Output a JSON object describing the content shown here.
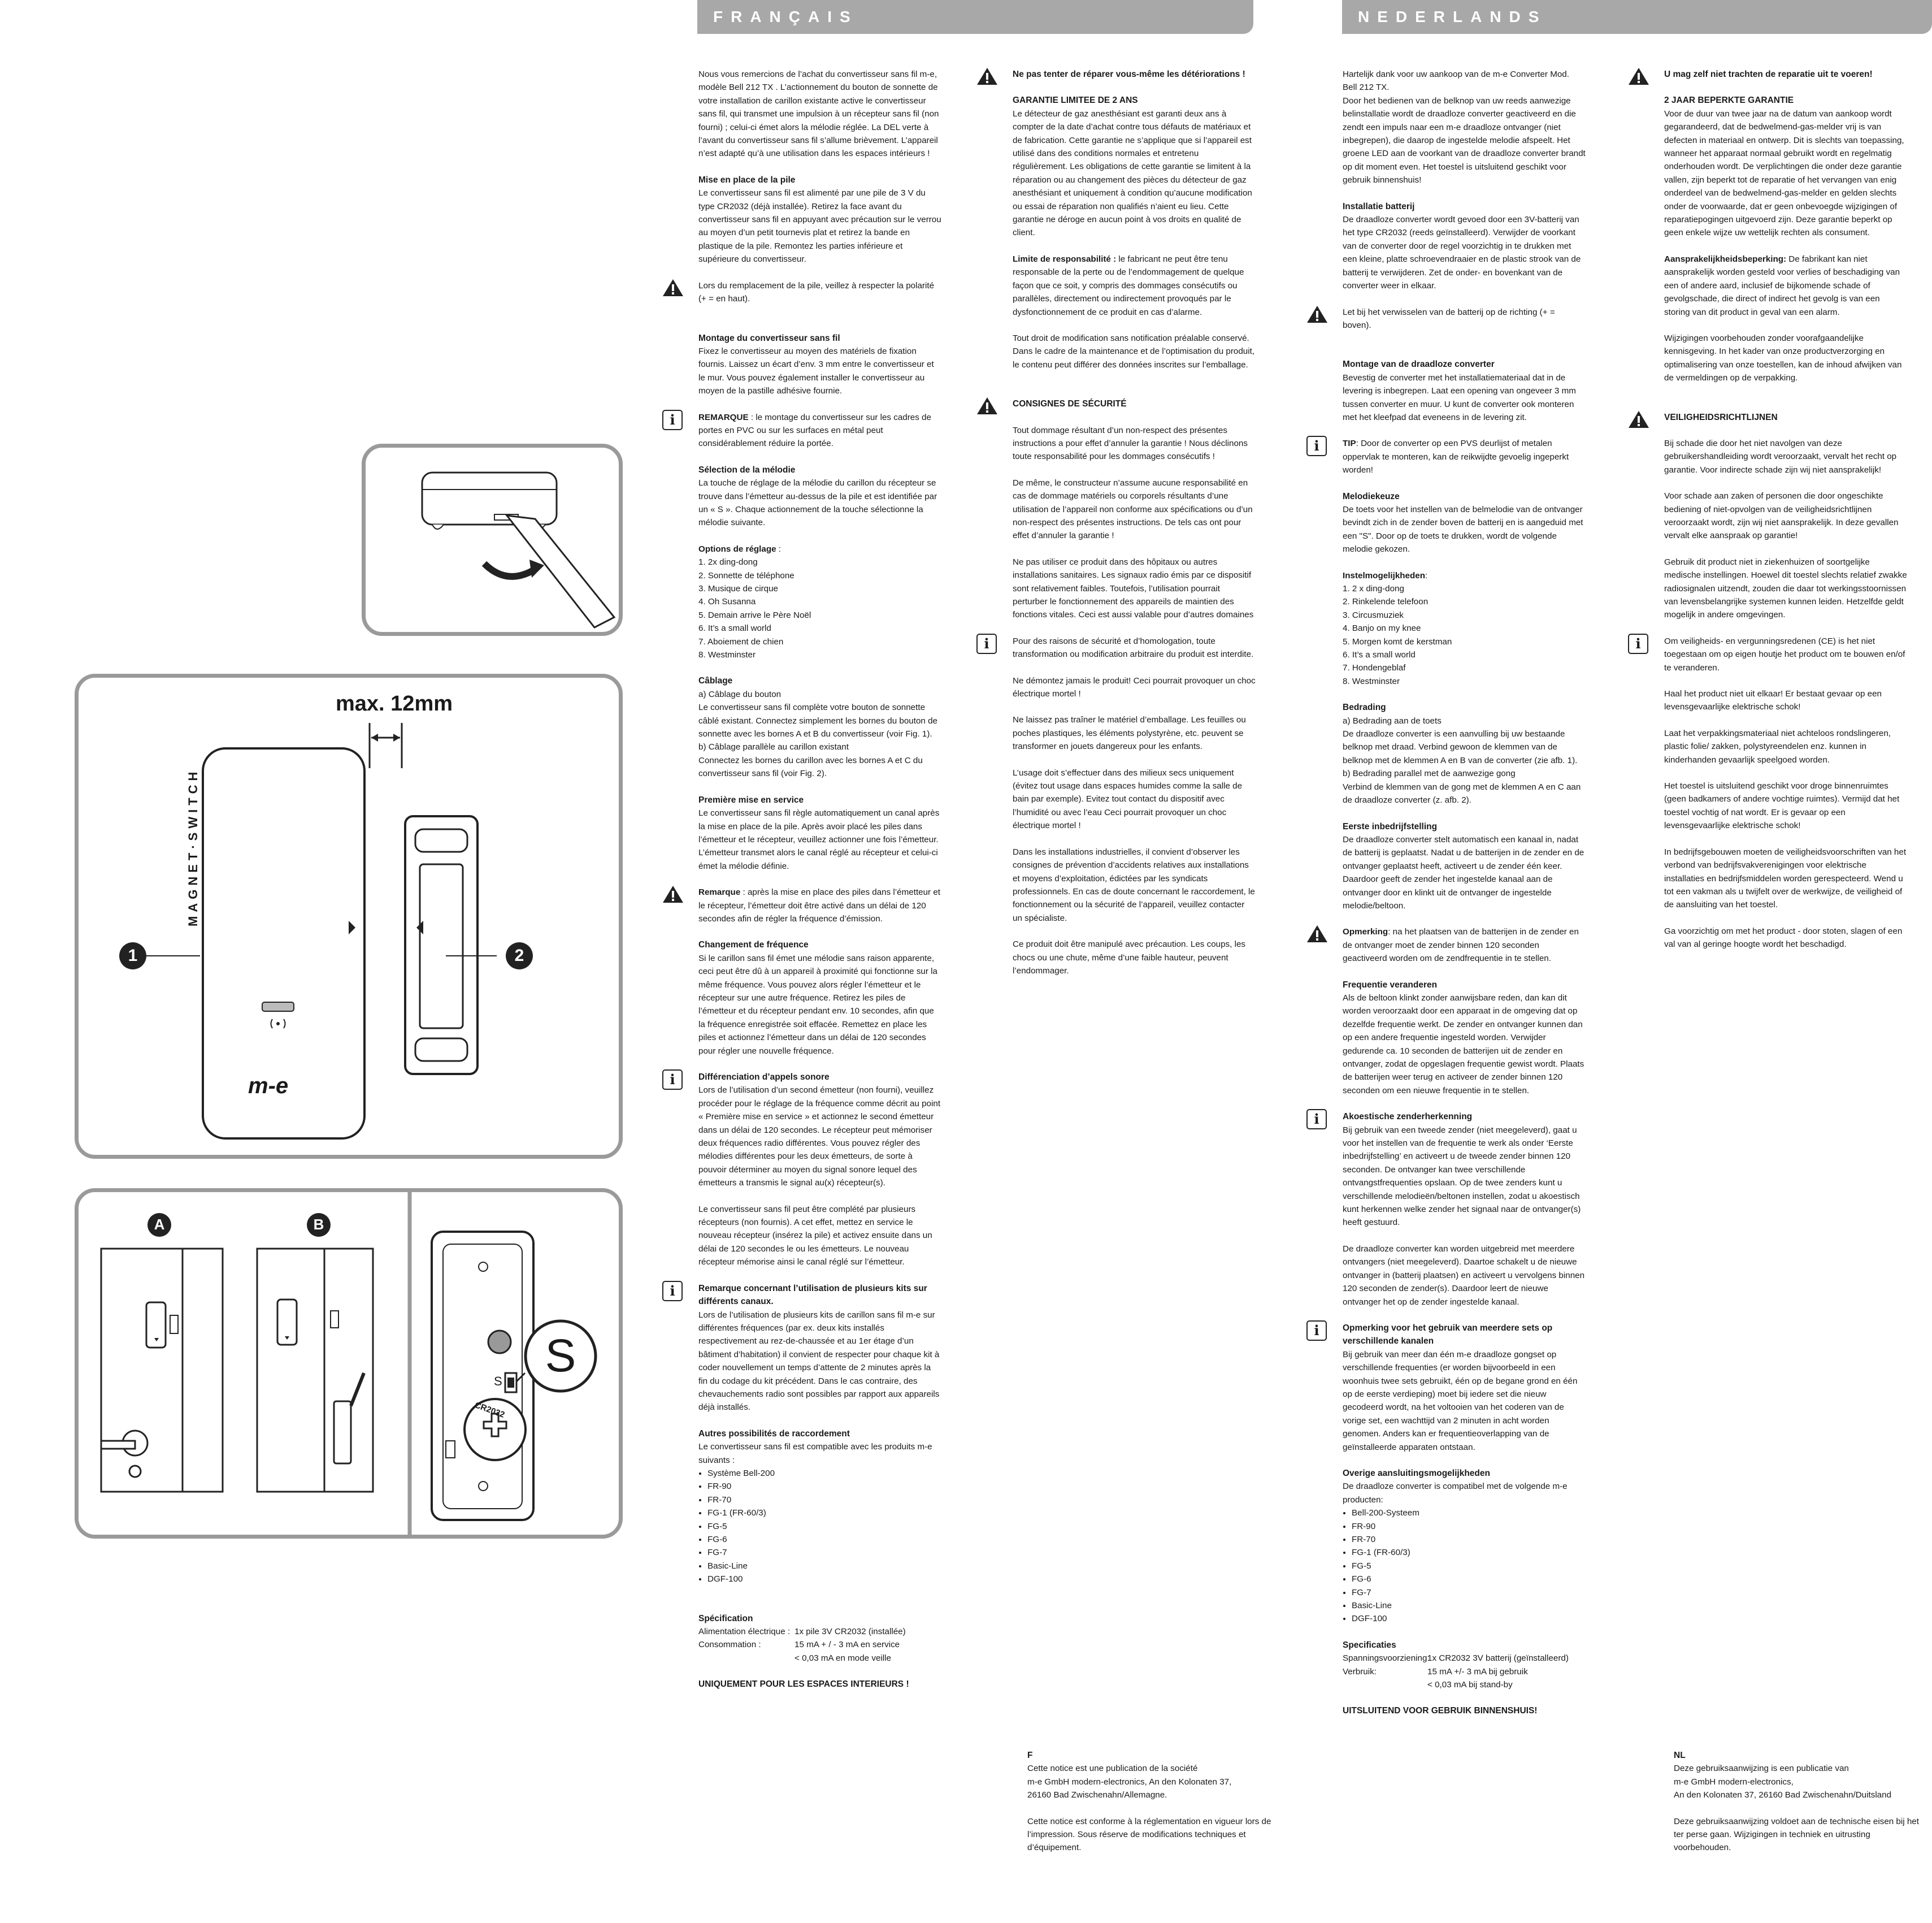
{
  "headers": {
    "fr": "FRANÇAIS",
    "nl": "NEDERLANDS"
  },
  "figures": {
    "fig1_dim": "max. 12mm",
    "switch_label": "MAGNET·SWITCH",
    "logo": "m-e",
    "callout_1": "1",
    "callout_2": "2",
    "label_A": "A",
    "label_B": "B",
    "label_S_big": "S",
    "label_S_small": "S",
    "battery": "CR2032"
  },
  "fr": {
    "intro": "Nous vous remercions de l’achat du convertisseur sans fil m-e, modèle Bell 212 TX . L’actionnement du bouton de sonnette de votre installation de carillon existante active le convertisseur sans fil, qui transmet une impulsion à un récepteur sans fil (non fourni) ; celui-ci émet alors la mélodie réglée. La DEL verte à l’avant du convertisseur sans fil s’allume brièvement. L’appareil n’est adapté qu’à une utilisation dans les espaces intérieurs !",
    "pile_h": "Mise en place de la pile",
    "pile_t": "Le convertisseur sans fil est alimenté par une pile de 3 V du type CR2032 (déjà installée). Retirez la face avant du convertisseur sans fil en appuyant avec précaution sur le verrou au moyen d’un petit tournevis plat et retirez la bande en plastique de la pile. Remontez les parties inférieure et supérieure du convertisseur.",
    "pile_warn": "Lors du remplacement de la pile, veillez à respecter la polarité (+ = en haut).",
    "mont_h": "Montage du convertisseur sans fil",
    "mont_t": "Fixez le convertisseur au moyen des matériels de fixation fournis. Laissez un écart d’env. 3 mm entre le convertisseur et le mur. Vous pouvez également installer le convertisseur au moyen de la pastille adhésive fournie.",
    "rem_b": "REMARQUE",
    "rem_t": " : le montage du convertisseur sur les cadres de portes en PVC ou sur les surfaces en métal peut considérablement réduire la portée.",
    "sel_h": "Sélection de la mélodie",
    "sel_t": "La touche de réglage de la mélodie du carillon du récepteur se trouve dans l’émetteur au-dessus de la pile et est identifiée par un « S ». Chaque actionnement de la touche sélectionne la mélodie suivante.",
    "opt_h": "Options de réglage",
    "opt_colon": " :",
    "opts": [
      "1. 2x ding-dong",
      "2. Sonnette de téléphone",
      "3. Musique de cirque",
      "4. Oh Susanna",
      "5. Demain arrive le Père Noël",
      "6. It’s a small world",
      "7. Aboiement de chien",
      "8. Westminster"
    ],
    "cab_h": "Câblage",
    "cab_t": "a) Câblage du bouton\nLe convertisseur sans fil complète votre bouton de sonnette câblé existant. Connectez simplement les bornes du bouton de sonnette avec les bornes A et B du convertisseur (voir Fig. 1).\nb) Câblage parallèle au carillon existant\nConnectez les bornes du carillon avec les bornes A et C du convertisseur sans fil (voir Fig. 2).",
    "prem_h": "Première mise en service",
    "prem_t": "Le convertisseur sans fil règle automatiquement un canal après la mise en place de la pile. Après avoir placé les piles dans l’émetteur et le récepteur, veuillez actionner une fois l’émetteur. L’émetteur transmet alors le canal réglé au récepteur et celui-ci émet la mélodie définie.",
    "rq_b": "Remarque",
    "rq_t": " : après la mise en place des piles dans l’émetteur et le récepteur, l’émetteur doit être activé dans un délai de 120 secondes afin de régler la fréquence d’émission.",
    "chg_h": "Changement de fréquence",
    "chg_t": "Si le carillon sans fil émet une mélodie sans raison apparente, ceci peut être dû à un appareil à proximité qui fonctionne sur la même fréquence. Vous pouvez alors régler l’émetteur et le récepteur sur une autre fréquence. Retirez les piles de l’émetteur et du récepteur pendant env. 10 secondes, afin que la fréquence enregistrée soit effacée. Remettez en place les piles et actionnez l’émetteur dans un délai de 120 secondes pour régler une nouvelle fréquence.",
    "diff_h": "Différenciation d’appels sonore",
    "diff_t": "Lors de l’utilisation d’un second émetteur (non fourni), veuillez procéder pour le réglage de la fréquence comme décrit au point « Première mise en service » et actionnez le second émetteur dans un délai de 120 secondes. Le récepteur peut mémoriser deux fréquences radio différentes. Vous pouvez régler des mélodies différentes pour les deux émetteurs, de sorte à pouvoir déterminer au moyen du signal sonore lequel des émetteurs a transmis le signal au(x) récepteur(s).",
    "diff_t2": "Le convertisseur sans fil peut être complété par plusieurs récepteurs (non fournis). A cet effet, mettez en service le nouveau récepteur (insérez la pile) et activez ensuite dans un délai de 120 secondes le ou les émetteurs. Le nouveau récepteur mémorise ainsi le canal réglé sur l’émetteur.",
    "kits_h": "Remarque concernant l’utilisation de plusieurs kits sur différents canaux.",
    "kits_t": "Lors de l’utilisation de plusieurs kits de carillon sans fil m-e sur différentes fréquences (par ex. deux kits installés respectivement au rez-de-chaussée et au 1er étage d’un bâtiment d’habitation) il convient de respecter pour chaque kit à coder nouvellement un temps d’attente de 2 minutes après la fin du codage du kit précédent. Dans le cas contraire, des chevauchements radio sont possibles par rapport aux appareils déjà installés.",
    "aut_h": "Autres possibilités de raccordement",
    "aut_t": "Le convertisseur sans fil est compatible avec les produits m-e suivants :",
    "aut_list": [
      "Système Bell-200",
      "FR-90",
      "FR-70",
      "FG-1 (FR-60/3)",
      "FG-5",
      "FG-6",
      "FG-7",
      "Basic-Line",
      "DGF-100"
    ],
    "spec_h": "Spécification",
    "spec_l1": "Alimentation électrique :",
    "spec_v1": "1x pile 3V CR2032 (installée)",
    "spec_l2": "Consommation :",
    "spec_v2": "15 mA + / - 3 mA en service",
    "spec_v3": "< 0,03 mA en mode veille",
    "only": "UNIQUEMENT POUR LES ESPACES INTERIEURS !",
    "nepas": "Ne pas tenter de réparer vous-même les détériorations !",
    "gar_h": "GARANTIE LIMITEE DE 2 ANS",
    "gar_t": "Le détecteur de gaz anesthésiant est garanti deux ans à compter de la date d’achat contre tous défauts de matériaux et de fabrication. Cette garantie ne s’applique que si l’appareil est utilisé dans des conditions normales et entretenu régulièrement. Les obligations de cette garantie se limitent à la réparation ou au changement des pièces du détecteur de gaz anesthésiant et uniquement à condition qu’aucune modification ou essai de réparation non qualifiés n’aient eu lieu. Cette garantie ne déroge en aucun point à vos droits en qualité de client.",
    "lim_b": "Limite de responsabilité :",
    "lim_t": " le fabricant ne peut être tenu responsable de la perte ou de l’endommagement de quelque façon que ce soit, y compris des dommages consécutifs ou parallèles, directement ou indirectement provoqués par le dysfonctionnement de ce produit en cas d’alarme.",
    "mod_t": "Tout droit de modification sans notification préalable conservé. Dans le cadre de la maintenance et de l’optimisation du produit, le contenu peut différer des données inscrites sur l’emballage.",
    "sec_h": "CONSIGNES DE SÉCURITÉ",
    "sec1": "Tout dommage résultant d’un non-respect des présentes instructions a pour effet d’annuler la garantie ! Nous déclinons toute responsabilité pour les dommages consécutifs !",
    "sec2": "De même, le constructeur n’assume aucune responsabilité en cas de dommage matériels ou corporels résultants d’une utilisation de l’appareil non conforme aux spécifications ou d’un non-respect des présentes instructions. De tels cas ont pour effet d’annuler la garantie !",
    "sec3": "Ne pas utiliser ce produit dans des hôpitaux ou autres installations sanitaires. Les signaux radio émis par ce dispositif sont relativement faibles. Toutefois, l’utilisation pourrait perturber le fonctionnement des appareils de maintien des fonctions vitales. Ceci est aussi valable pour d’autres domaines",
    "sec4": "Pour des raisons de sécurité et d’homologation, toute transformation ou modification arbitraire du produit est interdite.",
    "sec5": "Ne démontez jamais le produit! Ceci pourrait provoquer un choc électrique mortel !",
    "sec6": "Ne laissez pas traîner le matériel d’emballage.  Les feuilles ou poches plastiques, les éléments polystyrène, etc. peuvent se transformer en jouets dangereux pour les enfants.",
    "sec7": "L’usage doit s’effectuer dans des milieux secs uniquement (évitez tout usage dans espaces humides comme la salle de bain par exemple). Evitez tout contact du dispositif avec l’humidité ou avec l’eau Ceci pourrait provoquer un choc électrique mortel !",
    "sec8": "Dans les installations industrielles, il convient d’observer les consignes de prévention d’accidents relatives aux installations et moyens d’exploitation, édictées par les syndicats professionnels. En cas de doute concernant le raccordement, le fonctionnement ou la sécurité de l’appareil, veuillez contacter un spécialiste.",
    "sec9": "Ce produit doit être manipulé avec précaution. Les coups, les chocs ou une chute, même d’une faible hauteur, peuvent l’endommager.",
    "foot_h": "F",
    "foot_t": "Cette notice est une publication de la société\nm-e GmbH modern-electronics, An den Kolonaten 37,\n26160 Bad Zwischenahn/Allemagne.",
    "foot_t2": "Cette notice est conforme à la réglementation en vigueur lors de l’impression. Sous réserve de modifications techniques et d’équipement."
  },
  "nl": {
    "intro": "Hartelijk dank voor uw aankoop van de m-e Converter Mod. Bell 212 TX.\nDoor het bedienen van de belknop van uw reeds aanwezige belinstallatie wordt de draadloze converter geactiveerd en die zendt een impuls naar een m-e draadloze ontvanger (niet inbegrepen), die daarop de ingestelde melodie afspeelt. Het groene LED aan de voorkant van de draadloze converter brandt op dit moment even. Het toestel is uitsluitend geschikt voor gebruik binnenshuis!",
    "bat_h": "Installatie batterij",
    "bat_t": "De draadloze converter wordt gevoed door een 3V-batterij van het type CR2032 (reeds geïnstalleerd). Verwijder de voorkant van de converter  door de regel voorzichtig in te drukken met een kleine, platte schroevendraaier en de plastic strook van de batterij te verwijderen. Zet de onder- en bovenkant van de converter weer in elkaar.",
    "bat_warn": "Let bij het verwisselen van de batterij op de richting (+ = boven).",
    "mont_h": "Montage van de draadloze converter",
    "mont_t": "Bevestig de converter met het installatiemateriaal dat in de levering is inbegrepen. Laat een opening van ongeveer 3 mm tussen converter en muur. U kunt de converter ook monteren met het kleefpad dat eveneens in de levering zit.",
    "tip_b": "TIP",
    "tip_t": ": Door de converter op een PVS deurlijst of metalen oppervlak te monteren, kan de reikwijdte gevoelig ingeperkt worden!",
    "mel_h": "Melodiekeuze",
    "mel_t": "De toets voor het instellen van de belmelodie van de ontvanger bevindt zich in de zender boven de batterij en is aangeduid met een \"S\". Door op de toets te drukken, wordt de volgende melodie gekozen.",
    "inst_h": "Instelmogelijkheden",
    "inst_colon": ":",
    "opts": [
      "1. 2 x ding-dong",
      "2. Rinkelende telefoon",
      "3. Circusmuziek",
      "4. Banjo on my knee",
      "5. Morgen komt de kerstman",
      "6. It’s a small world",
      "7. Hondengeblaf",
      "8. Westminster"
    ],
    "bed_h": "Bedrading",
    "bed_t": "a) Bedrading aan de toets\nDe draadloze converter is een aanvulling bij uw bestaande belknop met draad. Verbind gewoon de klemmen van de belknop met de klemmen A en B van de converter (zie afb. 1).\nb) Bedrading parallel met de aanwezige gong\nVerbind de klemmen van de gong met de klemmen A en C aan de draadloze converter (z. afb. 2).",
    "eer_h": "Eerste inbedrijfstelling",
    "eer_t": "De draadloze converter stelt automatisch een kanaal in, nadat de batterij is geplaatst. Nadat u de batterijen in de zender en de ontvanger geplaatst heeft, activeert u de zender één keer. Daardoor geeft de zender het ingestelde kanaal aan de ontvanger door en klinkt uit de ontvanger de ingestelde melodie/beltoon.",
    "opm_b": "Opmerking",
    "opm_t": ": na het plaatsen van de batterijen in de zender en de ontvanger moet de zender binnen 120 seconden geactiveerd worden om de zendfrequentie in te stellen.",
    "frq_h": "Frequentie veranderen",
    "frq_t": "Als de beltoon klinkt zonder aanwijsbare reden, dan kan dit worden veroorzaakt door een apparaat in de omgeving dat op dezelfde frequentie werkt. De zender en ontvanger kunnen dan op een andere frequentie ingesteld worden. Verwijder gedurende ca. 10 seconden de batterijen uit de zender en ontvanger, zodat de opgeslagen frequentie gewist wordt. Plaats de batterijen weer terug en activeer de zender binnen 120 seconden om een nieuwe frequentie in te stellen.",
    "ak_h": "Akoestische zenderherkenning",
    "ak_t": "Bij gebruik van een tweede zender (niet meegeleverd), gaat u voor het instellen van de frequentie te werk als onder ‘Eerste inbedrijfstelling’ en activeert u de tweede zender binnen 120 seconden. De ontvanger kan twee verschillende ontvangstfrequenties opslaan. Op de twee zenders kunt u verschillende melodieën/beltonen instellen, zodat u akoestisch kunt herkennen welke zender het signaal naar de ontvanger(s) heeft gestuurd.",
    "ak_t2": "De draadloze converter kan worden uitgebreid met meerdere ontvangers (niet meegeleverd). Daartoe schakelt u de nieuwe ontvanger in (batterij plaatsen) en activeert u vervolgens binnen 120 seconden de zender(s). Daardoor leert de nieuwe ontvanger het op de zender ingestelde kanaal.",
    "sets_h": "Opmerking voor het gebruik van meerdere sets op verschillende kanalen",
    "sets_t": "Bij gebruik van meer dan één m-e draadloze gongset op verschillende frequenties (er worden bijvoorbeeld in een woonhuis twee sets gebruikt, één op de begane grond en één op de eerste verdieping) moet bij iedere set die nieuw gecodeerd wordt, na het voltooien van het coderen van de vorige set, een wachttijd van 2 minuten in acht worden genomen. Anders kan er frequentieoverlapping van de geïnstalleerde apparaten ontstaan.",
    "ov_h": "Overige aansluitingsmogelijkheden",
    "ov_t": "De draadloze converter is compatibel met de volgende m-e producten:",
    "ov_list": [
      "Bell-200-Systeem",
      "FR-90",
      "FR-70",
      "FG-1 (FR-60/3)",
      "FG-5",
      "FG-6",
      "FG-7",
      "Basic-Line",
      "DGF-100"
    ],
    "spec_h": "Specificaties",
    "spec_l1": "Spanningsvoorziening:",
    "spec_v1": "1x CR2032 3V batterij (geïnstalleerd)",
    "spec_l2": "Verbruik:",
    "spec_v2": "15 mA +/- 3 mA bij gebruik",
    "spec_v3": "< 0,03 mA bij stand-by",
    "only": "UITSLUITEND VOOR GEBRUIK BINNENSHUIS!",
    "nepas": "U mag zelf niet trachten de reparatie uit te voeren!",
    "gar_h": "2 JAAR BEPERKTE GARANTIE",
    "gar_t": "Voor de duur van twee jaar na de datum van aankoop wordt gegarandeerd, dat de bedwelmend-gas-melder vrij is van defecten in materiaal en ontwerp. Dit is slechts van toepassing, wanneer het apparaat normaal gebruikt wordt en regelmatig onderhouden wordt. De verplichtingen die onder deze garantie vallen, zijn beperkt tot de reparatie of het vervangen van enig onderdeel van de bedwelmend-gas-melder en gelden slechts onder de voorwaarde, dat er geen onbevoegde wijzigingen of reparatiepogingen uitgevoerd zijn. Deze garantie beperkt op geen enkele wijze uw wettelijk rechten als consument.",
    "aan_b": "Aansprakelijkheidsbeperking:",
    "aan_t": " De fabrikant kan niet aansprakelijk worden gesteld voor verlies of beschadiging van een of andere aard, inclusief de bijkomende schade of gevolgschade, die direct of indirect het gevolg is van een storing van dit product in geval van een alarm.",
    "wij_t": "Wijzigingen voorbehouden zonder voorafgaandelijke kennisgeving. In het kader van onze productverzorging en optimalisering van onze toestellen, kan de inhoud afwijken van de vermeldingen op de verpakking.",
    "vh_h": "VEILIGHEIDSRICHTLIJNEN",
    "v1": "Bij schade die door het niet navolgen van deze gebruikershandleiding wordt veroorzaakt, vervalt het recht op garantie. Voor indirecte schade zijn wij niet aansprakelijk!",
    "v2": "Voor schade aan zaken of personen die door ongeschikte bediening of niet-opvolgen van de veiligheidsrichtlijnen veroorzaakt wordt, zijn wij niet aansprakelijk. In deze gevallen vervalt elke aanspraak op garantie!",
    "v3": "Gebruik dit product niet in ziekenhuizen of soortgelijke medische instellingen. Hoewel dit toestel slechts relatief zwakke radiosignalen uitzendt, zouden die daar tot werkingsstoornissen van levensbelangrijke systemen kunnen leiden. Hetzelfde geldt mogelijk in andere omgevingen.",
    "v4": "Om veiligheids- en vergunningsredenen (CE) is het niet toegestaan om op eigen houtje het product om te bouwen en/of te veranderen.",
    "v5": "Haal het product niet uit elkaar! Er bestaat gevaar op een levensgevaarlijke elektrische schok!",
    "v6": "Laat het verpakkingsmateriaal niet achteloos rondslingeren, plastic folie/ zakken, polystyreendelen enz. kunnen in kinderhanden gevaarlijk speelgoed worden.",
    "v7": "Het toestel is uitsluitend geschikt voor droge binnenruimtes (geen badkamers of andere vochtige ruimtes). Vermijd dat het toestel vochtig of nat wordt. Er is gevaar op een levensgevaarlijke elektrische schok!",
    "v8": "In bedrijfsgebouwen moeten de veiligheidsvoorschriften van het verbond van bedrijfsvakverenigingen voor elektrische installaties en bedrijfsmiddelen worden gerespecteerd. Wend u tot een vakman als u twijfelt over de werkwijze, de veiligheid of de aansluiting van het toestel.",
    "v9": "Ga voorzichtig om met het product - door stoten, slagen of een val van al geringe hoogte wordt het beschadigd.",
    "foot_h": "NL",
    "foot_t": "Deze gebruiksaanwijzing is een publicatie van\nm-e GmbH modern-electronics,\nAn den Kolonaten 37, 26160 Bad Zwischenahn/Duitsland",
    "foot_t2": "Deze gebruiksaanwijzing voldoet aan de technische eisen bij het ter perse gaan. Wijzigingen in techniek en uitrusting voorbehouden."
  }
}
